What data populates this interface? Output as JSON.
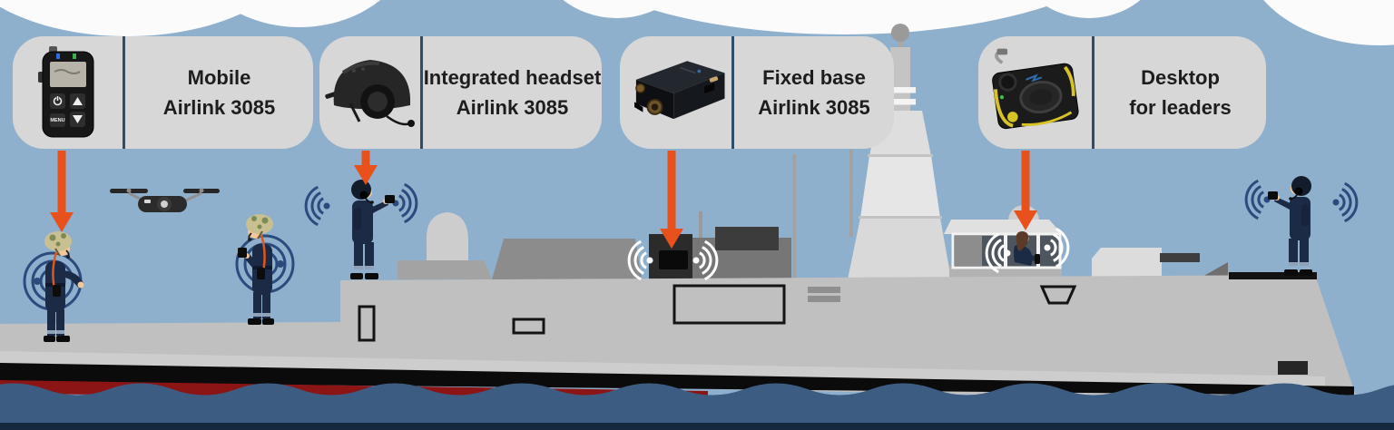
{
  "callouts": [
    {
      "line1": "Mobile",
      "line2": "Airlink 3085",
      "device_icon": "handheld-radio-icon"
    },
    {
      "line1": "Integrated headset",
      "line2": "Airlink 3085",
      "device_icon": "integrated-headset-icon"
    },
    {
      "line1": "Fixed base",
      "line2": "Airlink 3085",
      "device_icon": "fixed-base-unit-icon"
    },
    {
      "line1": "Desktop",
      "line2": "for leaders",
      "device_icon": "desktop-console-icon"
    }
  ],
  "handheld_buttons": {
    "menu_label": "MENU"
  },
  "scene_elements": [
    "soldier-with-mobile-radio",
    "drone",
    "soldier-drone-operator",
    "sailor-with-integrated-headset",
    "fixed-base-radio",
    "bridge-operator",
    "sailor-aft",
    "frigate",
    "sea",
    "clouds"
  ],
  "colors": {
    "sky": "#8fb0cd",
    "cloud": "#fbfbfb",
    "callout_bg": "#d7d7d7",
    "divider": "#2f4d68",
    "label_text": "#1d1d1d",
    "arrow_orange": "#e8511b",
    "hull_grey": "#c0c0c0",
    "hull_black_band": "#0b0b0b",
    "waterline_red": "#8b1414",
    "water_blue": "#3d5c82",
    "deep_water": "#16283e",
    "signal_navy": "#2d4a7c",
    "signal_white": "#ffffff",
    "uniform_navy": "#1b2a45"
  }
}
